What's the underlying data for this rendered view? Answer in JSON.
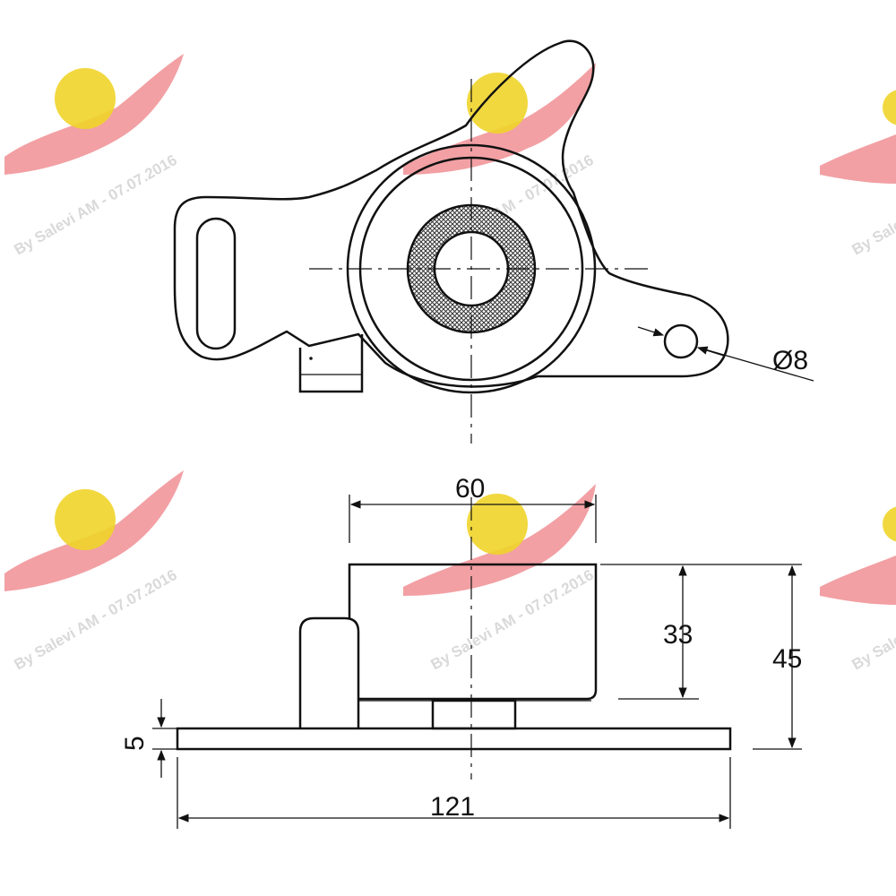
{
  "watermark": {
    "text": "By Salevi AM - 07.07.2016",
    "wing_color": "#e8525a",
    "sun_color": "#f0d42a"
  },
  "dimensions": {
    "hole_diameter": "Ø8",
    "width_top": "60",
    "height_roller": "33",
    "height_total": "45",
    "plate_thickness": "5",
    "length_total": "121"
  }
}
